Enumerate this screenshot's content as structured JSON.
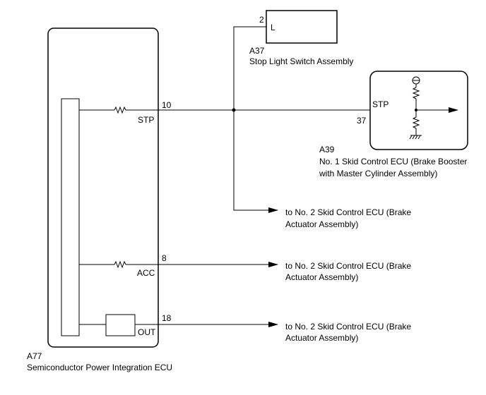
{
  "components": {
    "a77": {
      "code": "A77",
      "name": "Semiconductor Power Integration ECU"
    },
    "a37": {
      "code": "A37",
      "name": "Stop Light Switch Assembly",
      "pin": "2",
      "terminal": "L"
    },
    "a39": {
      "code": "A39",
      "name_line1": "No. 1 Skid Control ECU (Brake Booster",
      "name_line2": "with Master Cylinder Assembly)",
      "pin": "37",
      "terminal": "STP"
    }
  },
  "ecu_pins": [
    {
      "pin": "10",
      "terminal": "STP"
    },
    {
      "pin": "8",
      "terminal": "ACC"
    },
    {
      "pin": "18",
      "terminal": "OUT"
    }
  ],
  "destinations": [
    {
      "line1": "to No. 2 Skid Control ECU (Brake",
      "line2": "Actuator Assembly)"
    },
    {
      "line1": "to No. 2 Skid Control ECU (Brake",
      "line2": "Actuator Assembly)"
    },
    {
      "line1": "to No. 2 Skid Control ECU (Brake",
      "line2": "Actuator Assembly)"
    }
  ]
}
